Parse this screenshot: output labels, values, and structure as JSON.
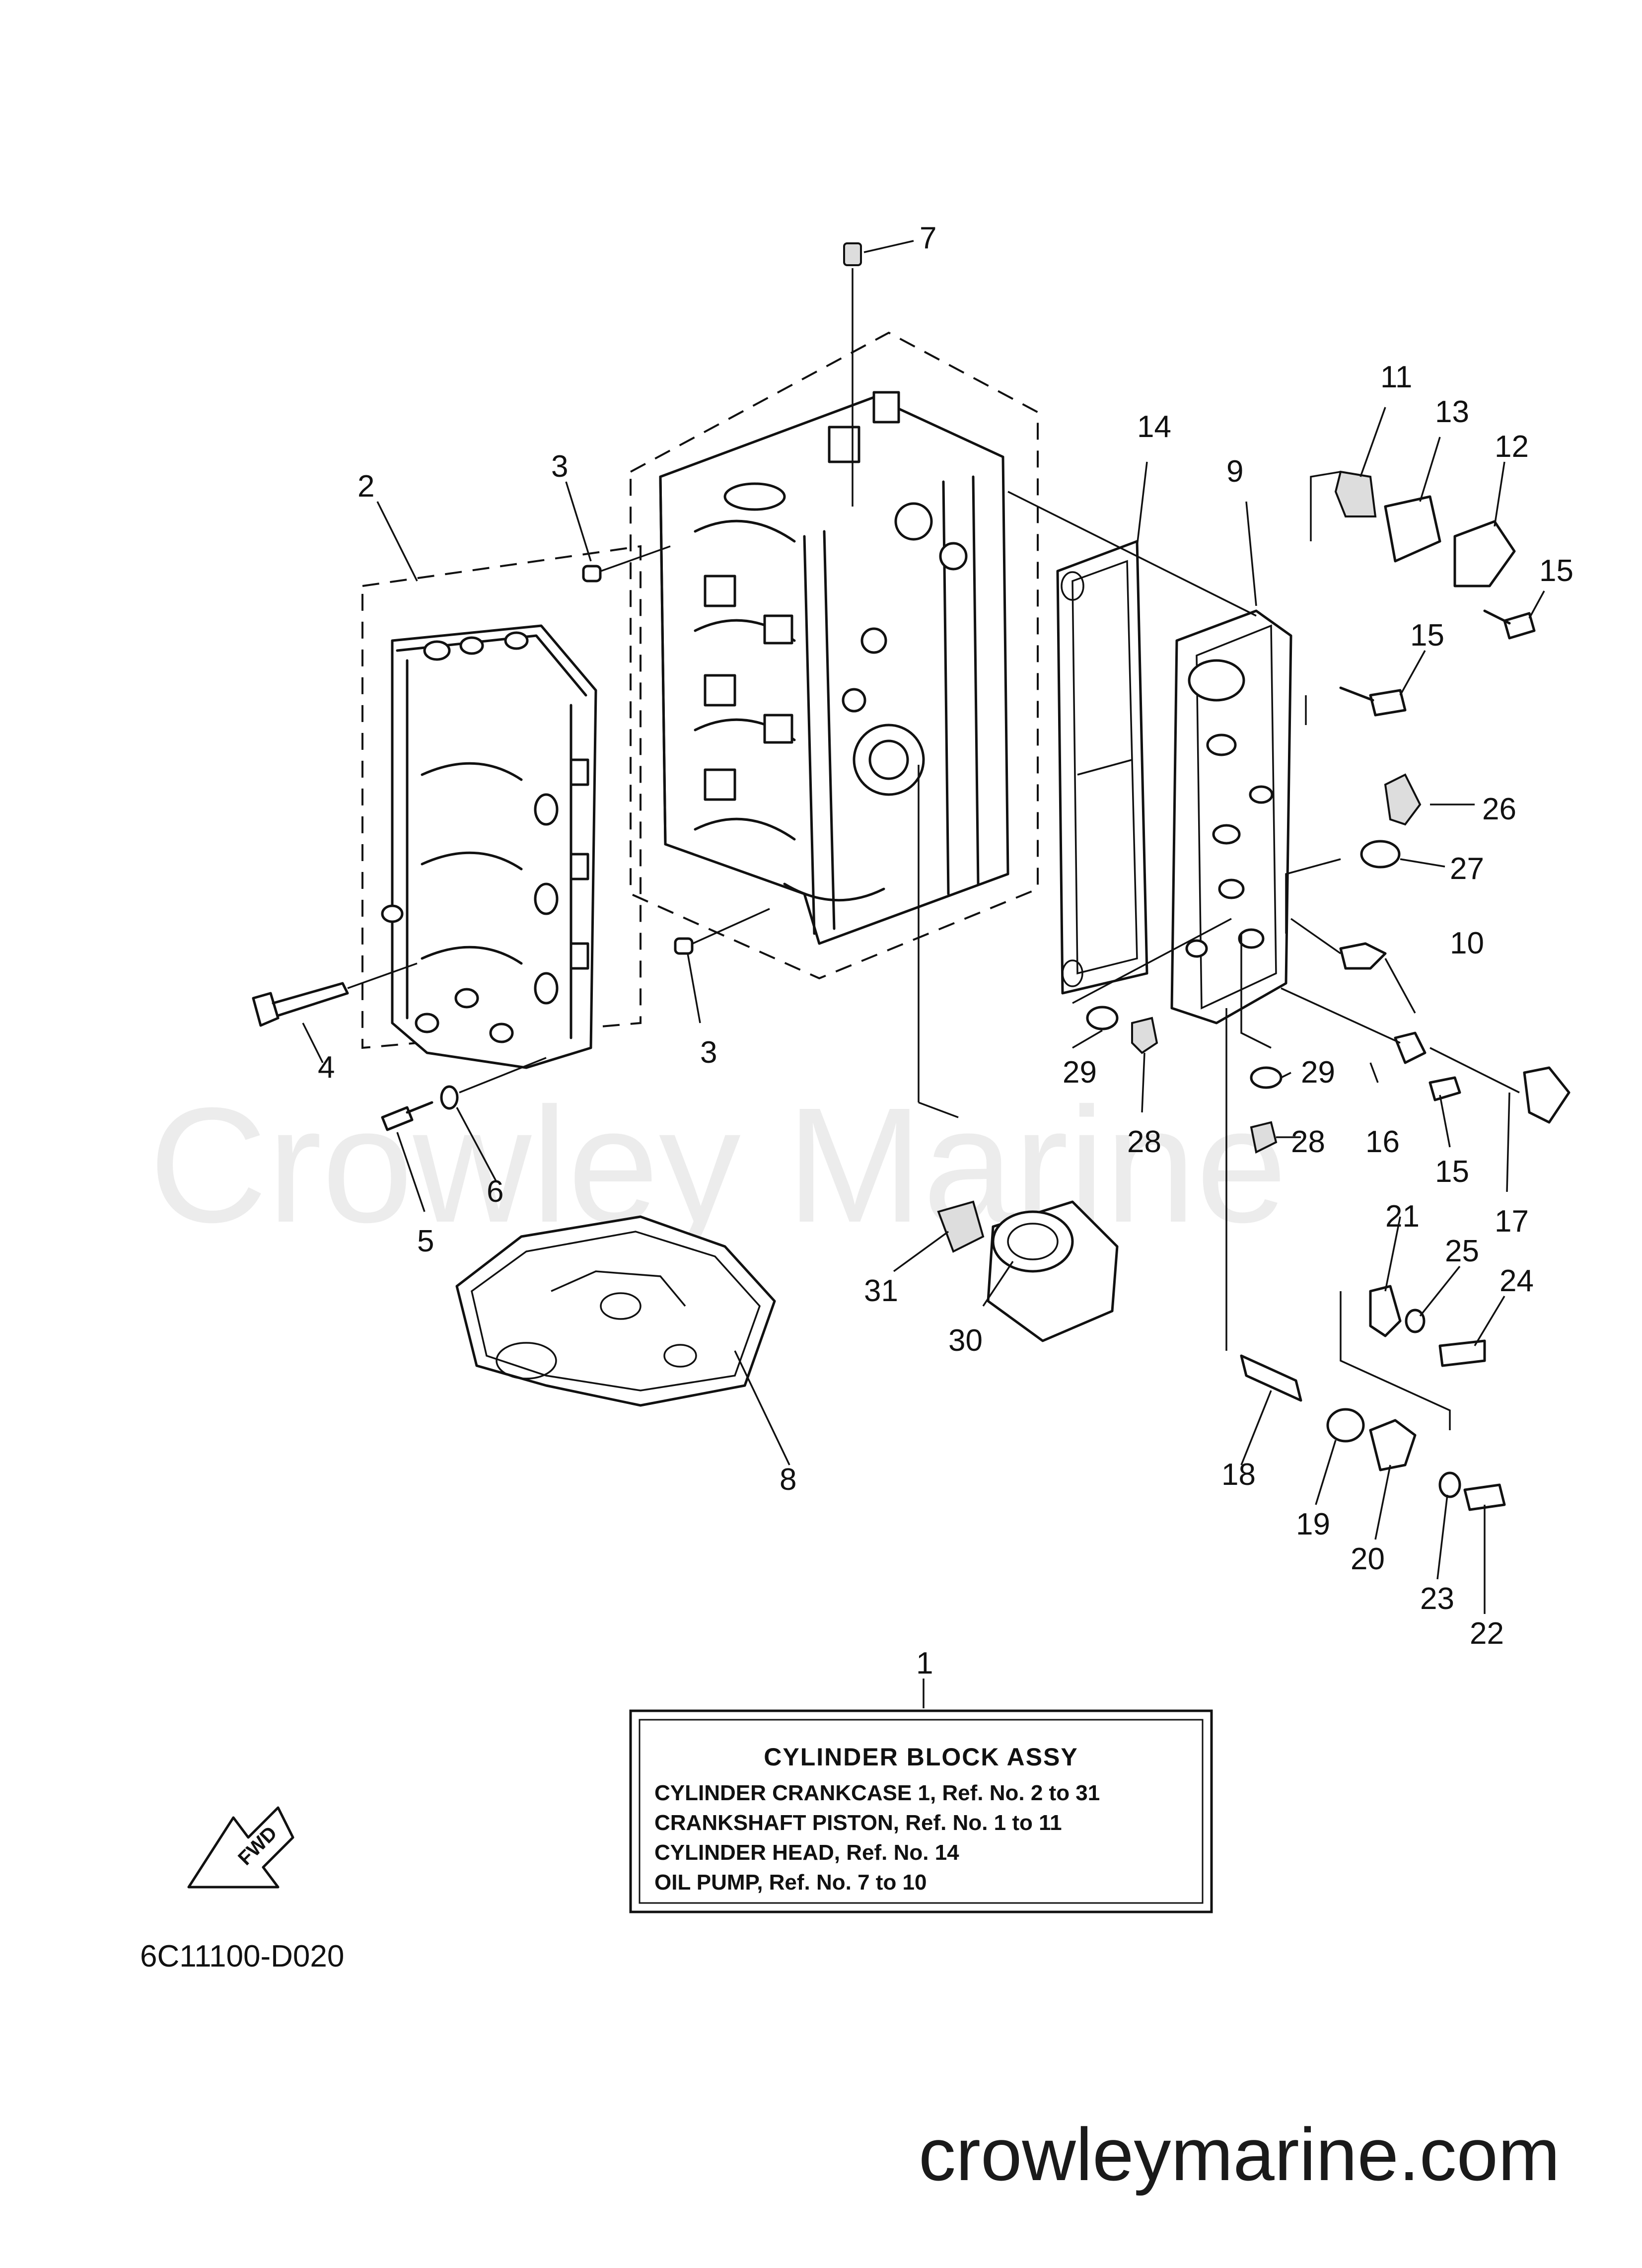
{
  "watermark": "Crowley Marine",
  "site": "crowleymarine.com",
  "diagram_code": "6C11100-D020",
  "fwd_label": "FWD",
  "legend": {
    "title": "CYLINDER  BLOCK ASSY",
    "lines": [
      "CYLINDER CRANKCASE 1, Ref. No. 2 to 31",
      "CRANKSHAFT PISTON, Ref. No. 1 to 11",
      "CYLINDER HEAD, Ref. No. 14",
      "OIL PUMP, Ref. No. 7 to 10"
    ]
  },
  "callouts": {
    "c1": "1",
    "c2": "2",
    "c3a": "3",
    "c3b": "3",
    "c4": "4",
    "c5": "5",
    "c6": "6",
    "c7": "7",
    "c8": "8",
    "c9": "9",
    "c10": "10",
    "c11": "11",
    "c12": "12",
    "c13": "13",
    "c14": "14",
    "c15a": "15",
    "c15b": "15",
    "c15c": "15",
    "c16": "16",
    "c17": "17",
    "c18": "18",
    "c19": "19",
    "c20": "20",
    "c21": "21",
    "c22": "22",
    "c23": "23",
    "c24": "24",
    "c25": "25",
    "c26": "26",
    "c27": "27",
    "c28a": "28",
    "c28b": "28",
    "c29a": "29",
    "c29b": "29",
    "c30": "30",
    "c31": "31"
  },
  "icons": {
    "fwd_arrow": "fwd-arrow-icon"
  }
}
